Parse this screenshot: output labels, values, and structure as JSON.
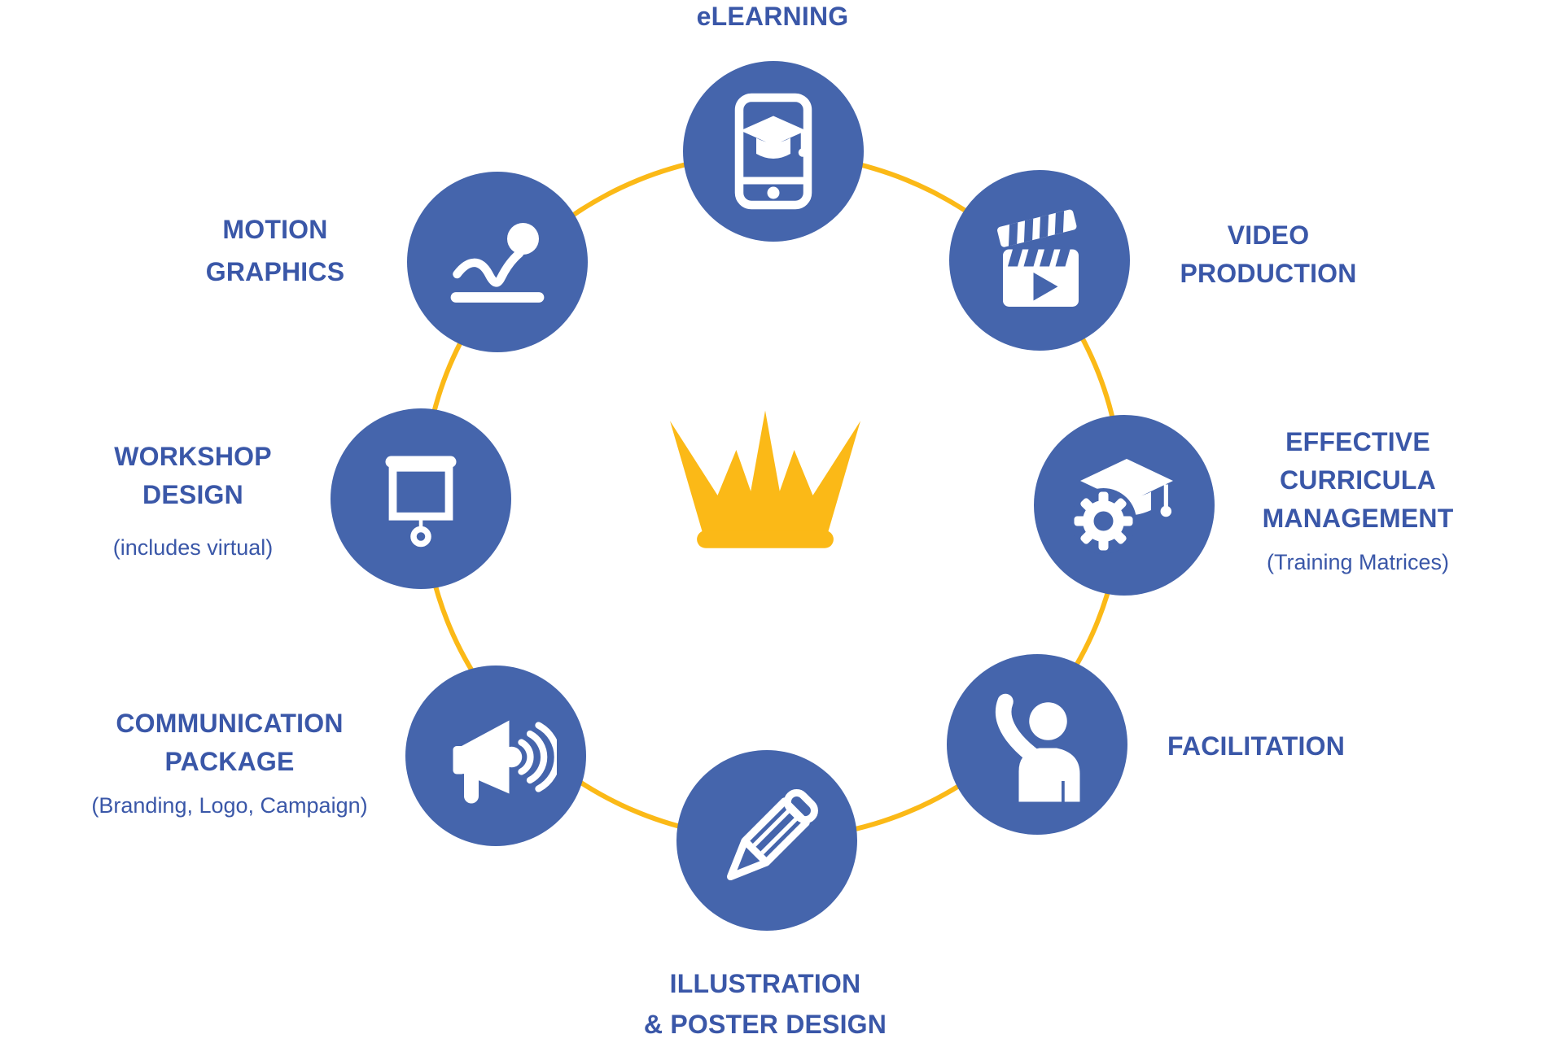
{
  "palette": {
    "circle_blue": "#4565AC",
    "label_blue": "#3A57A8",
    "ring_yellow": "#FBB917",
    "icon_white": "#FFFFFF",
    "background": "#FFFFFF"
  },
  "center": {
    "icon": "crown-icon",
    "color": "#FBB917"
  },
  "nodes": [
    {
      "id": "elearning",
      "icon": "tablet-graduation-icon",
      "label_lines": [
        "eLEARNING"
      ]
    },
    {
      "id": "video-production",
      "icon": "clapperboard-icon",
      "label_lines": [
        "VIDEO",
        "PRODUCTION"
      ]
    },
    {
      "id": "curricula-management",
      "icon": "graduation-gear-icon",
      "label_lines": [
        "EFFECTIVE",
        "CURRICULA",
        "MANAGEMENT"
      ],
      "sublabel": "(Training Matrices)"
    },
    {
      "id": "facilitation",
      "icon": "person-raising-hand-icon",
      "label_lines": [
        "FACILITATION"
      ]
    },
    {
      "id": "illustration-poster-design",
      "icon": "pencil-icon",
      "label_lines": [
        "ILLUSTRATION",
        "& POSTER DESIGN"
      ]
    },
    {
      "id": "communication-package",
      "icon": "megaphone-icon",
      "label_lines": [
        "COMMUNICATION",
        "PACKAGE"
      ],
      "sublabel": "(Branding, Logo, Campaign)"
    },
    {
      "id": "workshop-design",
      "icon": "projector-screen-icon",
      "label_lines": [
        "WORKSHOP",
        "DESIGN"
      ],
      "sublabel": "(includes virtual)"
    },
    {
      "id": "motion-graphics",
      "icon": "bouncing-ball-icon",
      "label_lines": [
        "MOTION",
        "GRAPHICS"
      ]
    }
  ]
}
